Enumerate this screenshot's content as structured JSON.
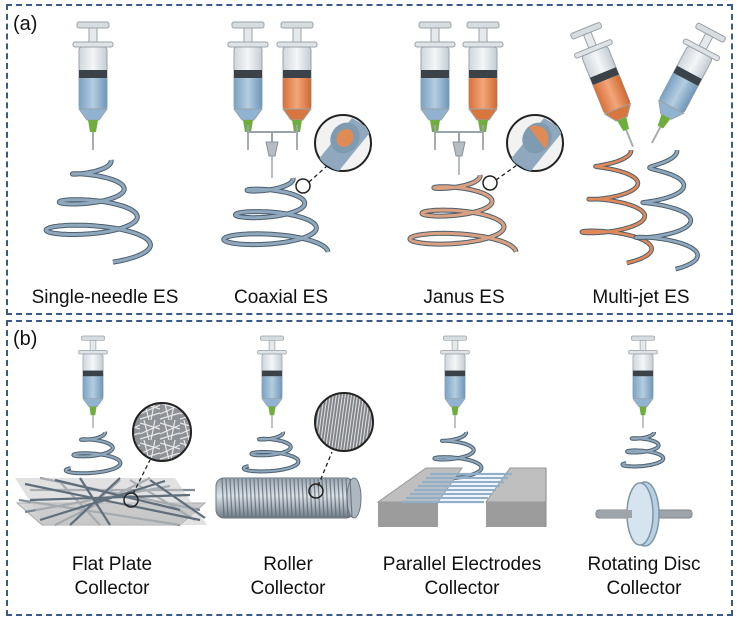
{
  "panel_a": {
    "label": "(a)",
    "captions": [
      "Single-needle ES",
      "Coaxial ES",
      "Janus ES",
      "Multi-jet ES"
    ]
  },
  "panel_b": {
    "label": "(b)",
    "captions": [
      [
        "Flat Plate",
        "Collector"
      ],
      [
        "Roller",
        "Collector"
      ],
      [
        "Parallel Electrodes",
        "Collector"
      ],
      [
        "Rotating Disc",
        "Collector"
      ]
    ]
  },
  "colors": {
    "frame": "#3a5a8c",
    "fiber_blue": "#7f9bb0",
    "fiber_orange": "#e0895a",
    "solution_blue": "#8fb3d0",
    "solution_orange": "#e3844a",
    "needle_green": "#6fae3e"
  }
}
